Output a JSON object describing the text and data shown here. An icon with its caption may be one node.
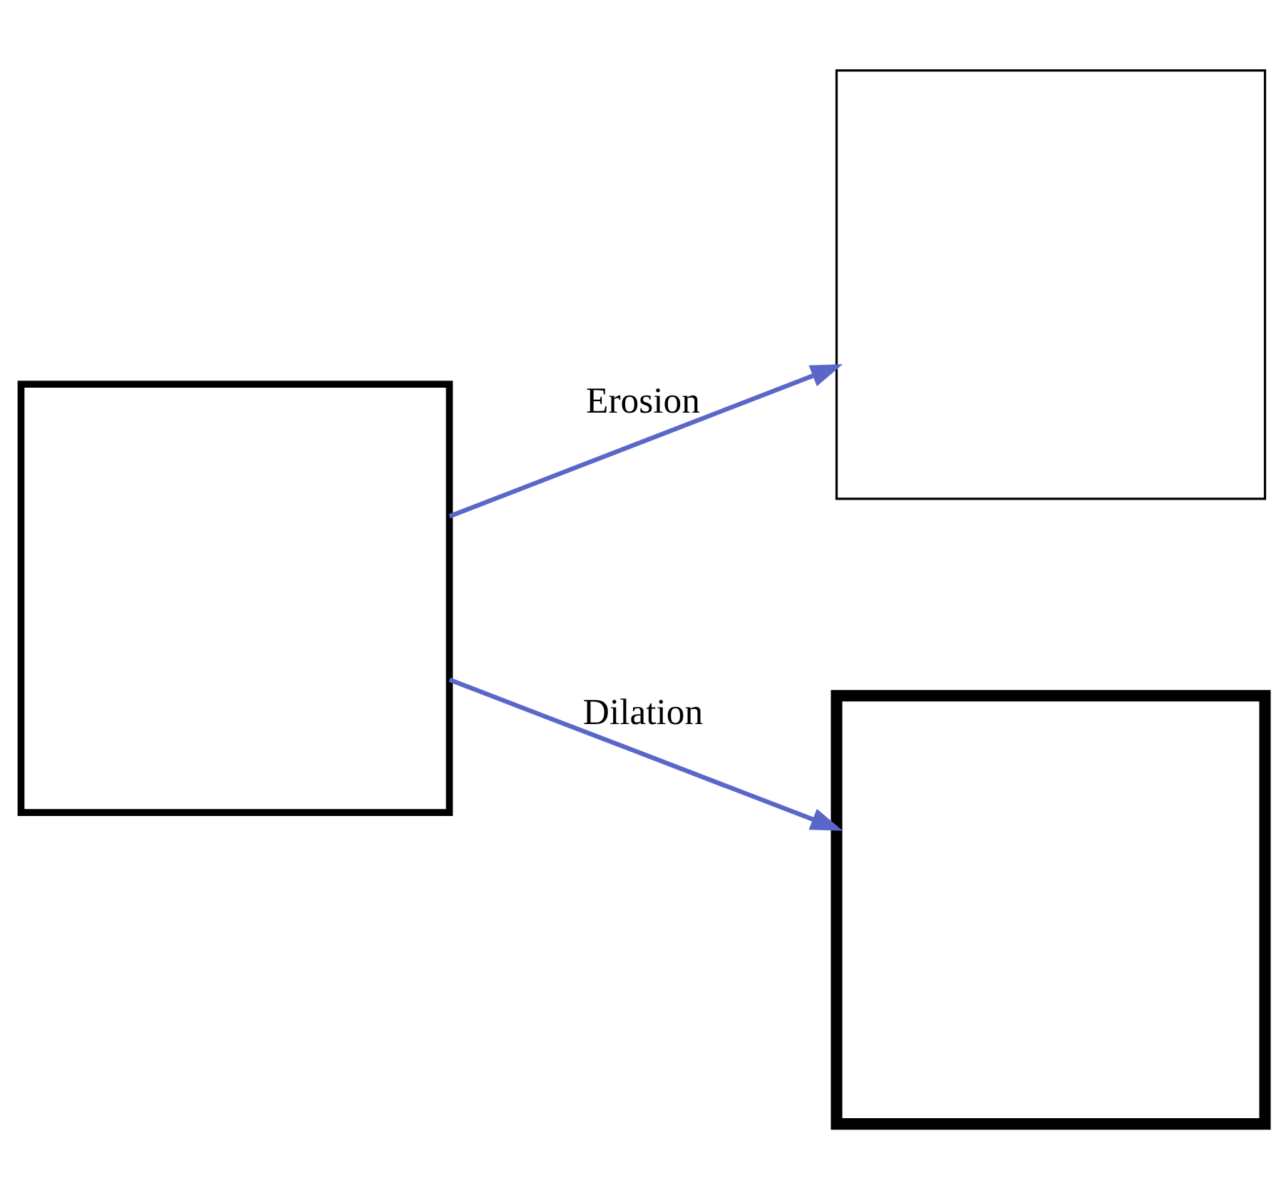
{
  "diagram": {
    "nodes": [
      {
        "text": [],
        "shape": "box"
      },
      {
        "text": [],
        "shape": "box"
      },
      {
        "text": [],
        "shape": "box"
      }
    ],
    "edges": [
      {
        "from": 0,
        "to": 1,
        "arrow": "to",
        "label": "Erosion"
      },
      {
        "from": 0,
        "to": 2,
        "arrow": "to",
        "label": "Dilation"
      }
    ]
  }
}
